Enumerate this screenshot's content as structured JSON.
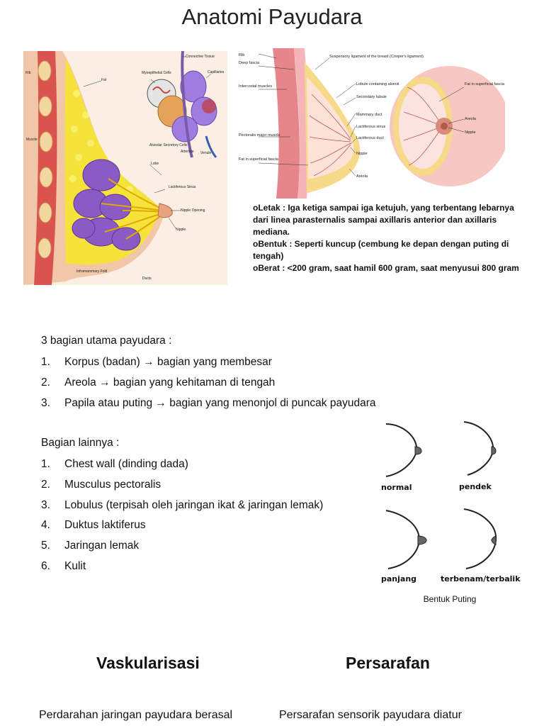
{
  "title": "Anatomi Payudara",
  "figure_left": {
    "labels": {
      "connective_tissue": "Connective Tissue",
      "capillaries": "Capillaries",
      "myoepithelial_cells": "Myoepithelial Cells",
      "rib": "Rib",
      "fat": "Fat",
      "muscle": "Muscle",
      "alveolar_secretory_cells": "Alveolar Secretory Cells",
      "arteriole": "Arteriole",
      "venule": "Venule",
      "lobe": "Lobe",
      "lactiferous_sinus": "Lactiferous Sinus",
      "nipple_opening": "Nipple Opening",
      "nipple": "Nipple",
      "inframammary_fold": "Inframammary Fold",
      "ducts": "Ducts"
    }
  },
  "figure_right": {
    "labels": {
      "rib": "Rib",
      "deep_fascia": "Deep fascia",
      "intercostal_muscles": "Intercostal muscles",
      "suspensory_ligament": "Suspensory ligament of the breast (Cooper's ligament)",
      "lobule": "Lobule containing alveoli",
      "secondary_tubule": "Secondary tubule",
      "mammary_duct": "Mammary duct",
      "lactiferous_sinus": "Lactiferous sinus",
      "lactiferous_duct": "Lactiferous duct",
      "pectoralis": "Pectoralis major muscle",
      "nipple": "Nipple",
      "fat_superficial_fascia": "Fat in superficial fascia",
      "areola": "Areola",
      "fat_superficial_fascia_right": "Fat in superficial fascia",
      "areola_right": "Areola",
      "nipple_right": "Nipple"
    }
  },
  "info": {
    "letak": "oLetak : Iga ketiga sampai iga ketujuh, yang terbentang lebarnya dari linea parasternalis sampai axillaris anterior dan axillaris mediana.",
    "bentuk": "oBentuk : Seperti kuncup (cembung ke depan dengan puting di tengah)",
    "berat": "oBerat : <200 gram, saat hamil 600 gram, saat menyusui 800 gram"
  },
  "main_parts": {
    "heading": "3 bagian utama payudara :",
    "items": [
      {
        "num": "1.",
        "pre": "Korpus (badan) ",
        "arrow": "→",
        "post": " bagian yang membesar"
      },
      {
        "num": "2.",
        "pre": "Areola ",
        "arrow": "→",
        "post": " bagian yang kehitaman di tengah"
      },
      {
        "num": "3.",
        "pre": "Papila atau puting ",
        "arrow": "→",
        "post": " bagian yang menonjol di puncak payudara"
      }
    ]
  },
  "other_parts": {
    "heading": "Bagian lainnya :",
    "items": [
      {
        "num": "1.",
        "text": "Chest wall (dinding dada)"
      },
      {
        "num": "2.",
        "text": "Musculus pectoralis"
      },
      {
        "num": "3.",
        "text": "Lobulus (terpisah oleh jaringan ikat & jaringan lemak)"
      },
      {
        "num": "4.",
        "text": "Duktus laktiferus"
      },
      {
        "num": "5.",
        "text": "Jaringan lemak"
      },
      {
        "num": "6.",
        "text": "Kulit"
      }
    ]
  },
  "nipple_shapes": {
    "normal": "normal",
    "pendek": "pendek",
    "panjang": "panjang",
    "terbenam": "terbenam/terbalik",
    "caption": "Bentuk Puting"
  },
  "sections": {
    "vaskularisasi": {
      "heading": "Vaskularisasi",
      "text": "Perdarahan jaringan payudara berasal"
    },
    "persarafan": {
      "heading": "Persarafan",
      "text": "Persarafan sensorik payudara diatur"
    }
  },
  "colors": {
    "skin": "#f2c7a8",
    "fat": "#f5e23a",
    "lobe": "#8a5bc4",
    "muscle": "#d9534f",
    "pink_tissue": "#f4b4b8"
  }
}
